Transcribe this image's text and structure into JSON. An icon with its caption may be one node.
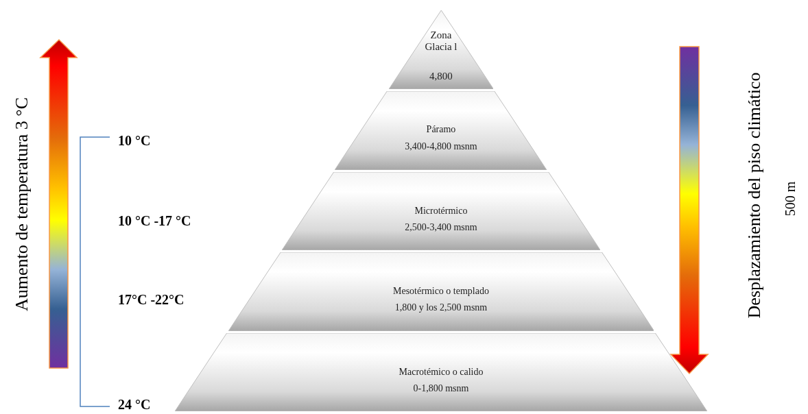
{
  "diagram": {
    "nodes": [
      {
        "text": [
          "Zona Glacia l",
          "4,800"
        ]
      },
      {
        "text": [
          "Páramo",
          "3,400-4,800 msnm"
        ]
      },
      {
        "text": [
          "Microtérmico",
          "2,500-3,400 msnm"
        ]
      },
      {
        "text": [
          "Mesotérmico o templado",
          "1,800 y los 2,500 msnm"
        ]
      },
      {
        "text": [
          "Macrotémico o calido",
          "0-1,800 msnm"
        ]
      }
    ],
    "edges": [],
    "labels": [
      "Aumento de temperatura 3 °C",
      "10 °C",
      "10 °C -17 °C",
      "17°C -22°C",
      "24 °C",
      "Desplazamiento del piso climático",
      "500 m"
    ]
  }
}
